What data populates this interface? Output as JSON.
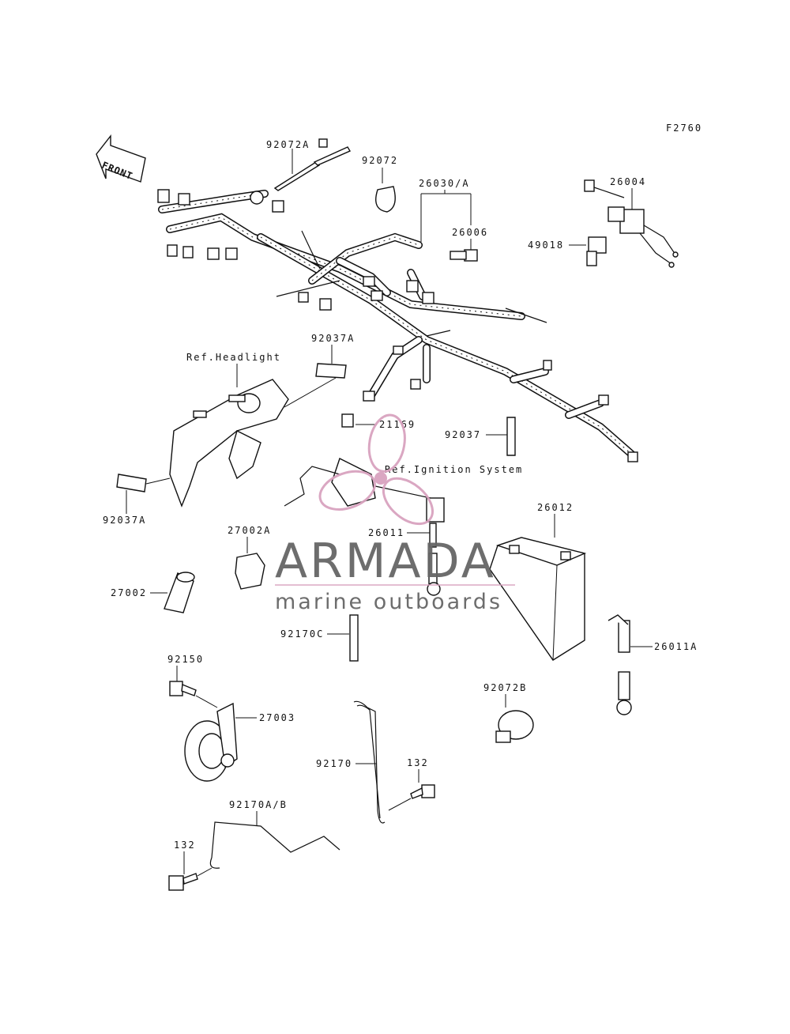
{
  "figure_code": "F2760",
  "front_label": "FRONT",
  "labels": {
    "p92072A": "92072A",
    "p92072": "92072",
    "p26030A": "26030/A",
    "p26004": "26004",
    "p26006": "26006",
    "p49018": "49018",
    "p92037A_top": "92037A",
    "ref_headlight": "Ref.Headlight",
    "p21169": "21169",
    "p92037": "92037",
    "ref_ignition": "Ref.Ignition System",
    "p92037A_left": "92037A",
    "p26012": "26012",
    "p27002A": "27002A",
    "p26011": "26011",
    "p27002": "27002",
    "p92170C": "92170C",
    "p26011A": "26011A",
    "p92150": "92150",
    "p27003": "27003",
    "p92072B": "92072B",
    "p92170": "92170",
    "p132_a": "132",
    "p92170AB": "92170A/B",
    "p132_b": "132"
  },
  "watermark": {
    "brand": "ARMADA",
    "tagline": "marine outboards",
    "accent_color": "#d9a3bf",
    "text_color": "#666666"
  }
}
